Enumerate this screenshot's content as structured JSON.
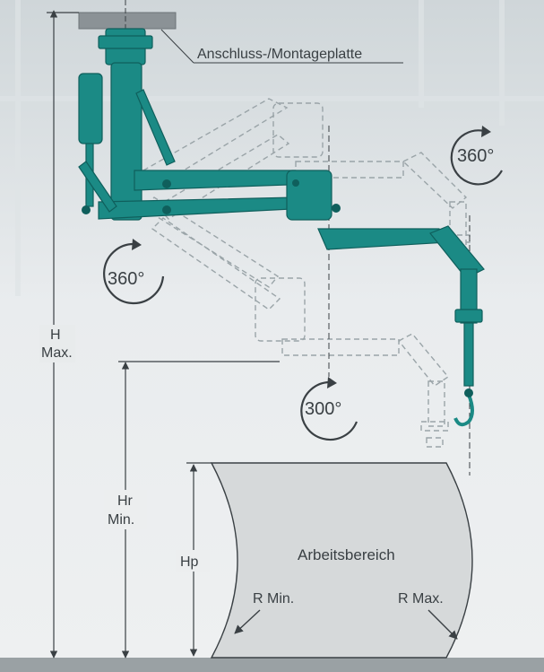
{
  "labels": {
    "mount_plate": "Anschluss-/Montageplatte",
    "h_line1": "H",
    "h_line2": "Max.",
    "hr_line1": "Hr",
    "hr_line2": "Min.",
    "hp": "Hp",
    "work_area": "Arbeitsbereich",
    "r_min": "R Min.",
    "r_max": "R Max."
  },
  "rotations": {
    "column": "360°",
    "joint": "360°",
    "tool": "300°"
  },
  "colors": {
    "arm": "#1b8a85",
    "arm_dark": "#0f5f5c",
    "ghost": "#9aa4a8",
    "dimension": "#3a4044",
    "work_area_fill": "#d6d9da",
    "plate": "#8b9296",
    "floor": "#9aa1a4"
  }
}
